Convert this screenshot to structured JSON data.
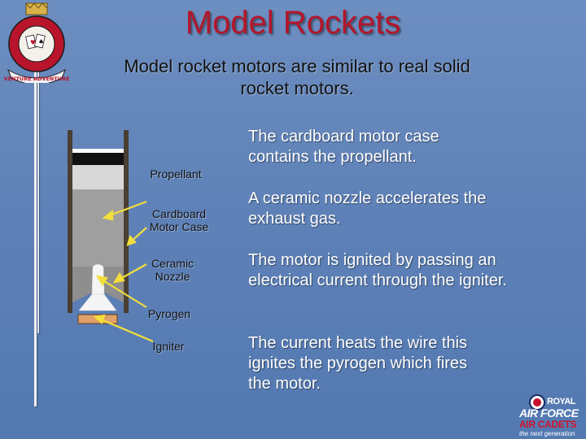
{
  "slide": {
    "title": "Model Rockets",
    "subtitle": "Model rocket motors are similar to real solid rocket motors."
  },
  "colors": {
    "background": "#5f82b8",
    "title": "#b3162a",
    "description_text": "#ffffff"
  },
  "diagram_labels": {
    "propellant": "Propellant",
    "motor_case": "Cardboard Motor Case",
    "nozzle": "Ceramic Nozzle",
    "pyrogen": "Pyrogen",
    "igniter": "Igniter"
  },
  "descriptions": [
    "The cardboard motor case contains the propellant.",
    "A ceramic nozzle accelerates the exhaust gas.",
    "The motor is ignited by passing an electrical current through the igniter.",
    "The current  heats the wire this ignites the pyrogen which fires the motor."
  ],
  "crest": {
    "motto": "VENTURE ADVENTURE",
    "icon": "squadron-crest-icon"
  },
  "logo": {
    "line1": "ROYAL",
    "line2": "AIR FORCE",
    "line3": "AIR CADETS",
    "line4": "the next generation",
    "icon": "raf-roundel-icon"
  }
}
